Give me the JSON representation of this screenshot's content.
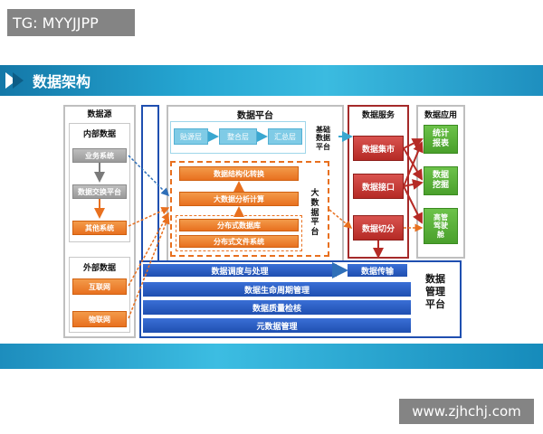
{
  "watermark_top": "TG: MYYJJPP",
  "watermark_bottom": "www.zjhchj.com",
  "title": "数据架构",
  "colors": {
    "banner": "#25a6d2",
    "orange": "#e8701f",
    "red": "#b52a25",
    "green": "#4aa02c",
    "blue": "#1f4fb0",
    "lightblue": "#7fcbe6"
  },
  "source": {
    "title": "数据源",
    "internal_title": "内部数据",
    "internal": [
      "业务系统",
      "数据交换平台",
      "其他系统"
    ],
    "external_title": "外部数据",
    "external": [
      "互联网",
      "物联网"
    ]
  },
  "platform": {
    "title": "数据平台",
    "base_layers": [
      "贴源层",
      "整合层",
      "汇总层"
    ],
    "base_label": "基础\n数据\n平台",
    "bigdata_items": [
      "数据结构化转换",
      "大数据分析计算",
      "分布式数据库",
      "分布式文件系统"
    ],
    "bigdata_label": "大\n数\n据\n平\n台"
  },
  "services": {
    "title": "数据服务",
    "items": [
      "数据集市",
      "数据接口",
      "数据切分"
    ]
  },
  "apps": {
    "title": "数据应用",
    "items": [
      "统计\n报表",
      "数据\n挖掘",
      "高管\n驾驶\n舱"
    ]
  },
  "management": {
    "title": "数据\n管理\n平台",
    "bars": [
      "数据调度与处理",
      "数据传输",
      "数据生命周期管理",
      "数据质量检核",
      "元数据管理"
    ]
  }
}
